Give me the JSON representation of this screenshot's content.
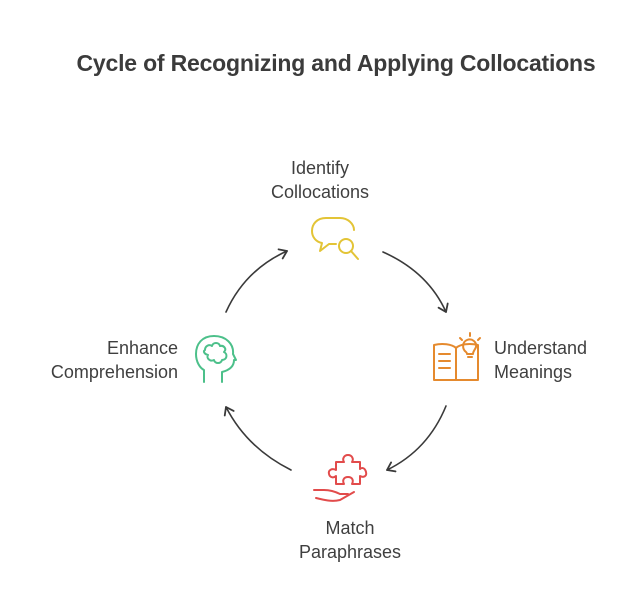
{
  "title": "Cycle of Recognizing and Applying Collocations",
  "steps": [
    {
      "line1": "Identify",
      "line2": "Collocations",
      "icon": "speech-bubble-search-icon",
      "color": "#e3c436"
    },
    {
      "line1": "Understand",
      "line2": "Meanings",
      "icon": "book-lightbulb-icon",
      "color": "#e58a2e"
    },
    {
      "line1": "Match",
      "line2": "Paraphrases",
      "icon": "hand-puzzle-icon",
      "color": "#e24b4b"
    },
    {
      "line1": "Enhance",
      "line2": "Comprehension",
      "icon": "head-puzzle-icon",
      "color": "#4cc08a"
    }
  ],
  "colors": {
    "title": "#3b3b3b",
    "text": "#3f3f3f",
    "arrow": "#3a3a3a"
  }
}
